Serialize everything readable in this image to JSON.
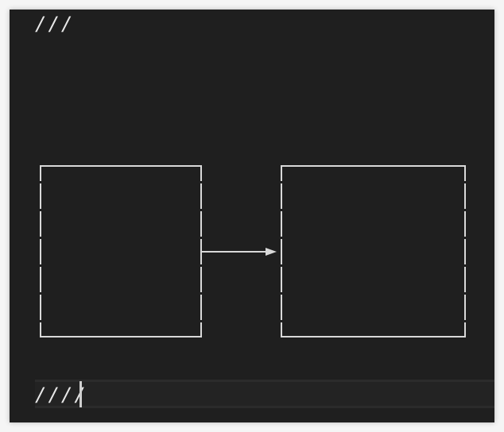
{
  "header": {
    "label": "///"
  },
  "diagram": {
    "nodes": [
      {
        "id": "box-left",
        "label": ""
      },
      {
        "id": "box-right",
        "label": ""
      }
    ],
    "edges": [
      {
        "from": "box-left",
        "to": "box-right",
        "label": ""
      }
    ],
    "colors": {
      "background": "#1f1f1f",
      "stroke": "#d9d9d9"
    }
  },
  "input": {
    "value": "////"
  }
}
